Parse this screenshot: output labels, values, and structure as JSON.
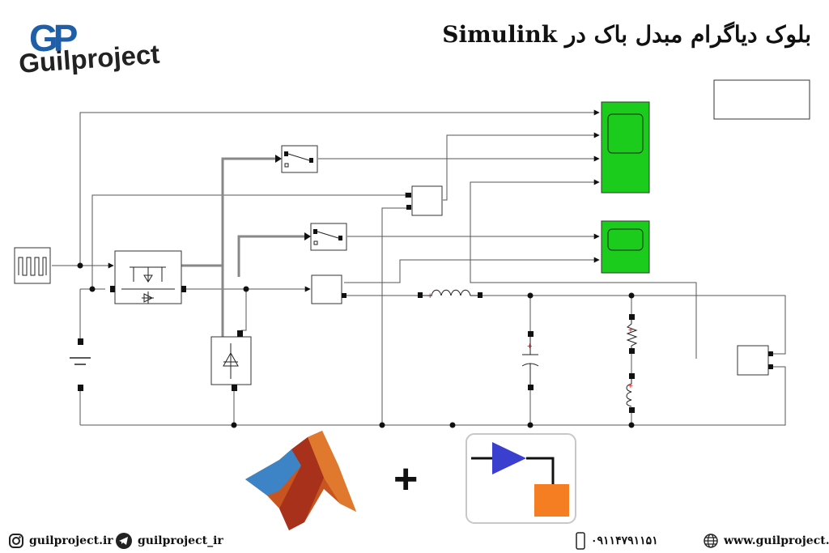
{
  "brand": {
    "logo_letters": "GP",
    "logo_text": "Guilproject"
  },
  "title": "بلوک دیاگرام مبدل باک در Simulink",
  "footer": {
    "instagram": "guilproject.ir",
    "telegram": "guilproject_ir",
    "phone": "۰۹۱۱۴۷۹۱۱۵۱",
    "website": "www.guilproject.ir"
  },
  "plus": "+",
  "colors": {
    "scope_green": "#1ccc1c",
    "wire": "#555555",
    "bus_wire": "#888888",
    "simulink_triangle": "#3a3fd0",
    "simulink_square": "#f57d22",
    "instagram": "#222222",
    "telegram": "#222222"
  },
  "icons": [
    "instagram-icon",
    "telegram-icon",
    "phone-icon",
    "globe-icon",
    "matlab-logo-icon",
    "simulink-logo-icon",
    "pulse-generator-icon",
    "mosfet-icon",
    "diode-icon",
    "inductor-icon",
    "capacitor-icon",
    "resistor-icon",
    "dc-source-icon",
    "scope-icon",
    "switch-icon",
    "measurement-icon"
  ]
}
